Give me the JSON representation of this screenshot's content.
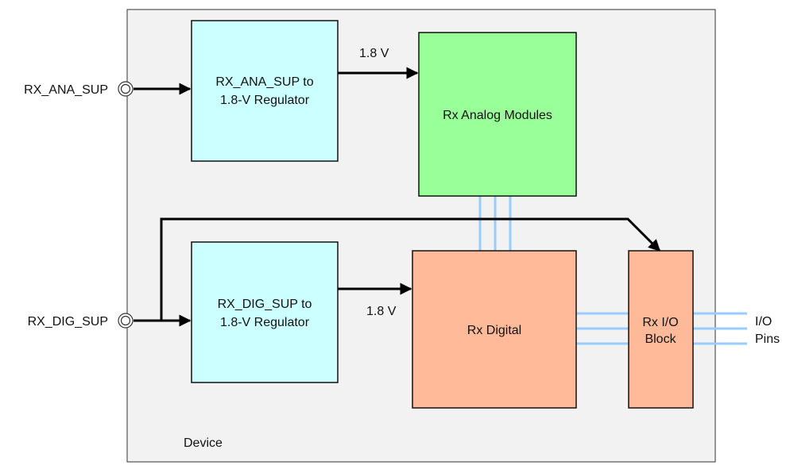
{
  "device": {
    "label": "Device",
    "fill": "#f2f2f2",
    "stroke": "#333333"
  },
  "inputs": {
    "ana": "RX_ANA_SUP",
    "dig": "RX_DIG_SUP"
  },
  "blocks": {
    "ana_regulator": {
      "line1": "RX_ANA_SUP to",
      "line2": "1.8-V Regulator",
      "fill": "#ccffff"
    },
    "dig_regulator": {
      "line1": "RX_DIG_SUP to",
      "line2": "1.8-V Regulator",
      "fill": "#ccffff"
    },
    "analog_modules": {
      "label": "Rx Analog Modules",
      "fill": "#99ff99"
    },
    "digital": {
      "label": "Rx Digital",
      "fill": "#ffbb99"
    },
    "io_block": {
      "line1": "Rx I/O",
      "line2": "Block",
      "fill": "#ffbb99"
    }
  },
  "voltage_labels": {
    "ana": "1.8 V",
    "dig": "1.8 V"
  },
  "io_pins": {
    "line1": "I/O",
    "line2": "Pins"
  },
  "colors": {
    "block_stroke": "#111111",
    "bus": "#99ccff",
    "wire": "#000000"
  }
}
